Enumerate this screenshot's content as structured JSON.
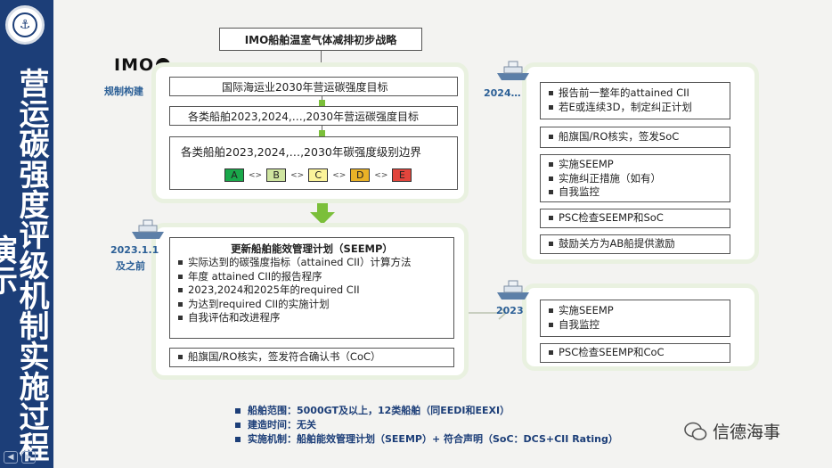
{
  "band": {
    "title": "营运碳强度评级机制实施过程演示"
  },
  "header": {
    "title": "IMO船舶温室气体减排初步战略"
  },
  "imo_logo": {
    "text": "IMO"
  },
  "side_label": "规制构建",
  "top_panel": {
    "box1": "国际海运业2030年营运碳强度目标",
    "box2": "各类船舶2023,2024,…,2030年营运碳强度目标",
    "box3": "各类船舶2023,2024,…,2030年碳强度级别边界",
    "grades": [
      "A",
      "B",
      "C",
      "D",
      "E"
    ],
    "grade_separator": "<>",
    "grade_colors": [
      "#19a84a",
      "#cfe5a0",
      "#fbf39a",
      "#e9b227",
      "#e2453c"
    ]
  },
  "mid_panel": {
    "date_line1": "2023.1.1",
    "date_line2": "及之前",
    "seemp_title": "更新船舶能效管理计划（SEEMP）",
    "seemp_items": [
      "实际达到的碳强度指标（attained CII）计算方法",
      "年度 attained CII的报告程序",
      "2023,2024和2025年的required CII",
      "为达到required CII的实施计划",
      "自我评估和改进程序"
    ],
    "coc_item": "船旗国/RO核实，签发符合确认书（CoC）"
  },
  "right_top_panel": {
    "date": "2024…",
    "group1": [
      "报告前一整年的attained CII",
      "若E或连续3D，制定纠正计划"
    ],
    "soc_item": "船旗国/RO核实，签发SoC",
    "group2": [
      "实施SEEMP",
      "实施纠正措施（如有）",
      "自我监控"
    ],
    "psc_item": "PSC检查SEEMP和SoC",
    "incentive_item": "鼓励关方为AB船提供激励"
  },
  "right_bottom_panel": {
    "date": "2023",
    "group1": [
      "实施SEEMP",
      "自我监控"
    ],
    "psc_item": "PSC检查SEEMP和CoC"
  },
  "notes": [
    {
      "key": "船舶范围：",
      "value": "5000GT及以上，12类船舶（同EEDI和EEXI）"
    },
    {
      "key": "建造时间：",
      "value": "无关"
    },
    {
      "key": "实施机制：",
      "value": "船舶能效管理计划（SEEMP）+ 符合声明（SoC：DCS+CII Rating）"
    }
  ],
  "watermark": {
    "text": "信德海事"
  },
  "colors": {
    "accent_green": "#7bbf3a",
    "navy": "#1c3e78",
    "label_blue": "#2b5f96"
  }
}
